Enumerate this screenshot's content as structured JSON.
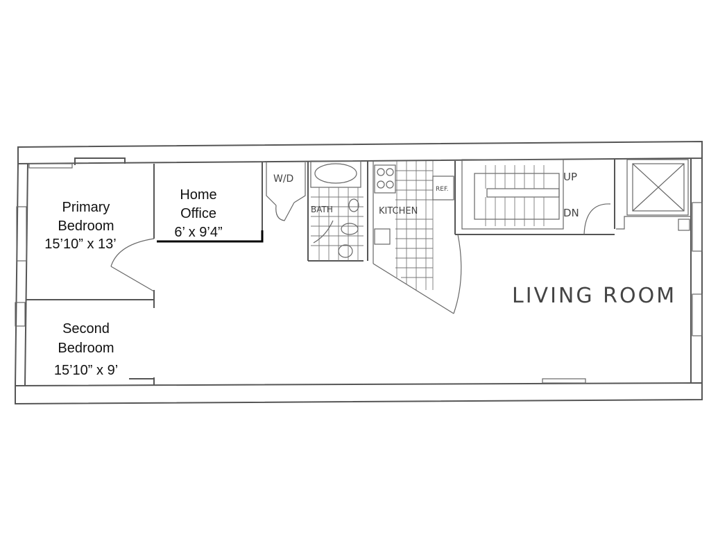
{
  "rooms": {
    "primary_bedroom": {
      "name_line1": "Primary",
      "name_line2": "Bedroom",
      "size": "15’10” x 13’"
    },
    "home_office": {
      "name_line1": "Home",
      "name_line2": "Office",
      "size": "6’ x 9’4”"
    },
    "second_bedroom": {
      "name_line1": "Second",
      "name_line2": "Bedroom",
      "size": "15’10” x 9’"
    },
    "living_room": {
      "name": "LIVING ROOM"
    },
    "bath": {
      "name": "BATH"
    },
    "kitchen": {
      "name": "KITCHEN"
    }
  },
  "fixtures": {
    "washer_dryer": "W/D",
    "refrigerator": "REF.",
    "stairs_up": "UP",
    "stairs_down": "DN"
  }
}
